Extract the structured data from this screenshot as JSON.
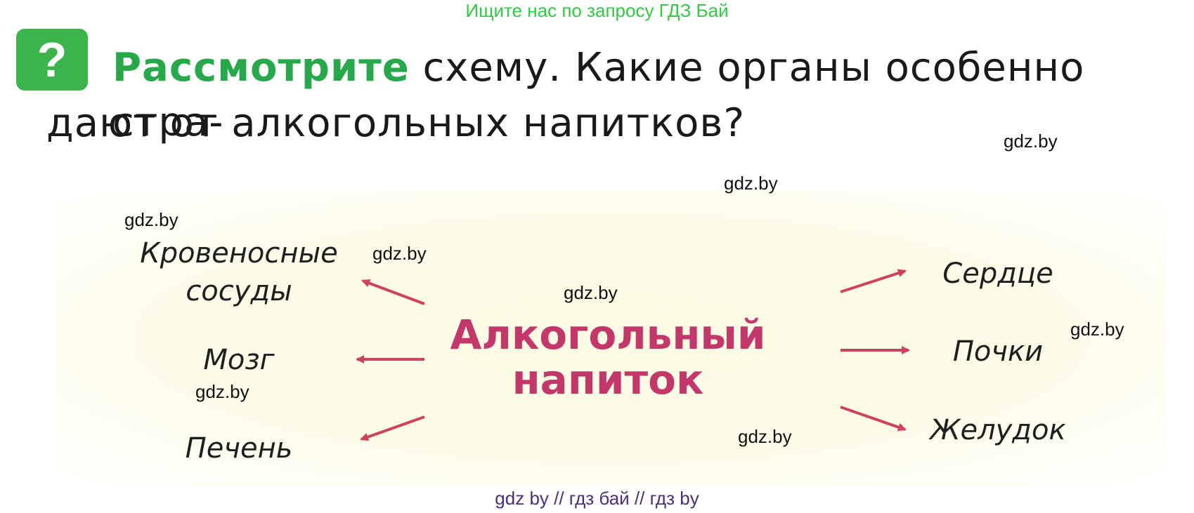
{
  "banner": "Ищите нас по запросу ГДЗ Бай",
  "badge": "?",
  "question": {
    "lead": "Рассмотрите",
    "line1_rest": " схему. Какие органы особенно стра-",
    "line2": "дают от алкогольных напитков?"
  },
  "diagram": {
    "center_line1": "Алкогольный",
    "center_line2": "напиток",
    "left_organs": {
      "vessels_line1": "Кровеносные",
      "vessels_line2": "сосуды",
      "brain": "Мозг",
      "liver": "Печень"
    },
    "right_organs": {
      "heart": "Сердце",
      "kidneys": "Почки",
      "stomach": "Желудок"
    },
    "arrow_color": "#d0415e",
    "center_color": "#c4376a"
  },
  "watermark": "gdz.by",
  "footer": "gdz by  //  гдз бай  //  гдз by"
}
